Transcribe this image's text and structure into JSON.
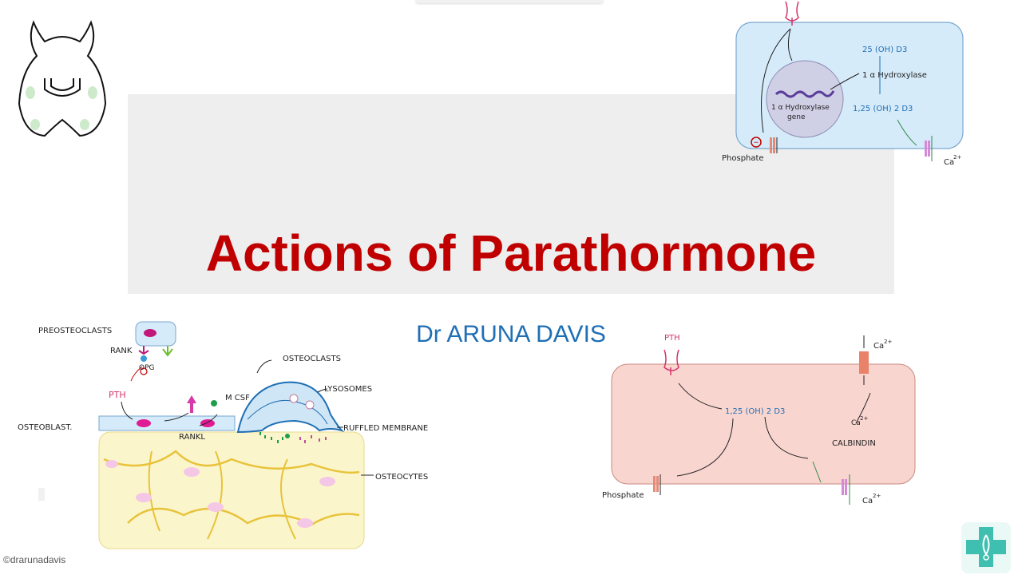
{
  "slide": {
    "title": "Actions of Parathormone",
    "author": "Dr ARUNA DAVIS",
    "copyright": "©drarunadavis"
  },
  "kidney_diagram": {
    "calcifediol": "25 (OH) D3",
    "enzyme": "1 α Hydroxylase",
    "gene_label_1": "1 α Hydroxylase",
    "gene_label_2": "gene",
    "calcitriol": "1,25 (OH) 2 D3",
    "phosphate": "Phosphate",
    "calcium": "Ca",
    "calcium_charge": "2+",
    "minus_symbol": "−"
  },
  "bone_diagram": {
    "preosteoclasts": "PREOSTEOCLASTS",
    "rank": "RANK",
    "opg": "OPG",
    "pth": "PTH",
    "osteoblast": "OSTEOBLAST.",
    "rankl": "RANKL",
    "mcsf": "M CSF",
    "osteoclasts": "OSTEOCLASTS",
    "lysosomes": "LYSOSOMES",
    "ruffled_membrane": "RUFFLED MEMBRANE",
    "osteocytes": "OSTEOCYTES"
  },
  "intestine_diagram": {
    "pth": "PTH",
    "calcitriol": "1,25 (OH) 2 D3",
    "calbindin": "CALBINDIN",
    "calcium_top": "Ca",
    "calcium_top_charge": "2+",
    "calcium_mid": "Ca",
    "calcium_mid_charge": "2+",
    "phosphate": "Phosphate",
    "calcium_bottom": "Ca",
    "calcium_bottom_charge": "2+"
  },
  "colors": {
    "title_red": "#c00000",
    "author_blue": "#1f6fb5",
    "cell_blue": "#d6ebf9",
    "cell_pink": "#f9d5cf",
    "bone_yellow": "#fbf5cc",
    "pth_magenta": "#d6336c",
    "logo_teal": "#3fbfb0"
  },
  "icons": [
    "thyroid-parathyroid-icon",
    "medical-cross-logo-icon"
  ]
}
